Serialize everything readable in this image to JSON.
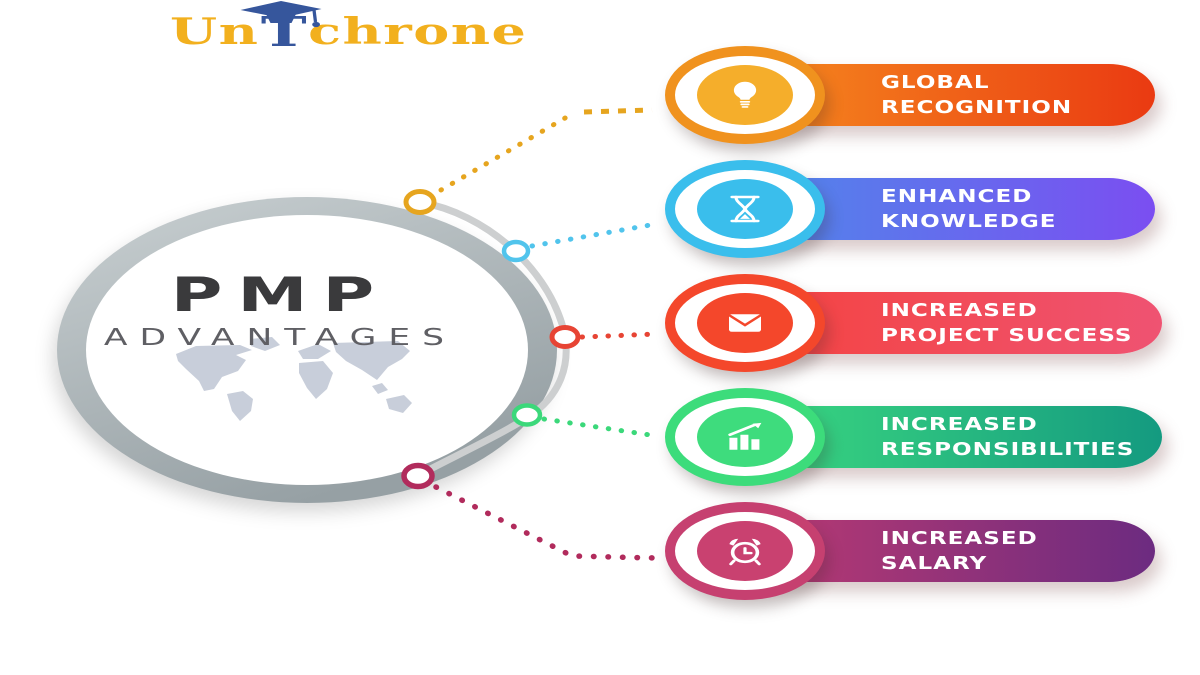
{
  "logo": {
    "part1": "Un",
    "part2": "T",
    "part3": "chrone",
    "text_color": "#F2B01E",
    "accent_color": "#36569C"
  },
  "center": {
    "title": "PMP",
    "subtitle": "ADVANTAGES"
  },
  "colors": {
    "ring_light": "#C9D0D2",
    "ring_dark": "#96A0A4",
    "arc_gray": "#CDCFD0",
    "map_gray": "#C8CEDA",
    "title_color": "#3A3A3C",
    "subtitle_color": "#5F5F64"
  },
  "items": [
    {
      "label_line1": "GLOBAL",
      "label_line2": "RECOGNITION",
      "icon": "lightbulb-icon",
      "pill_from": "#F79420",
      "pill_to": "#EA3A12",
      "badge_ring": "#F0921E",
      "badge_fill": "#F5AE2B",
      "connector_color": "#E6A51F"
    },
    {
      "label_line1": "ENHANCED",
      "label_line2": "KNOWLEDGE",
      "icon": "hourglass-icon",
      "pill_from": "#4A8FE9",
      "pill_to": "#7B4EF1",
      "badge_ring": "#3ABEEC",
      "badge_fill": "#3ABEEC",
      "connector_color": "#51C4EC"
    },
    {
      "label_line1": "INCREASED",
      "label_line2": "PROJECT SUCCESS",
      "icon": "envelope-icon",
      "pill_from": "#F5413A",
      "pill_to": "#EF5372",
      "badge_ring": "#F4472B",
      "badge_fill": "#F4472B",
      "connector_color": "#E74434"
    },
    {
      "label_line1": "INCREASED",
      "label_line2": "RESPONSIBILITIES",
      "icon": "bar-chart-icon",
      "pill_from": "#40E080",
      "pill_to": "#149A80",
      "badge_ring": "#3CDC7B",
      "badge_fill": "#3EDC7D",
      "connector_color": "#3BD87A"
    },
    {
      "label_line1": "INCREASED",
      "label_line2": "SALARY",
      "icon": "alarm-clock-icon",
      "pill_from": "#C53C70",
      "pill_to": "#6C2B80",
      "badge_ring": "#C64070",
      "badge_fill": "#C94170",
      "connector_color": "#B12B5C"
    }
  ]
}
